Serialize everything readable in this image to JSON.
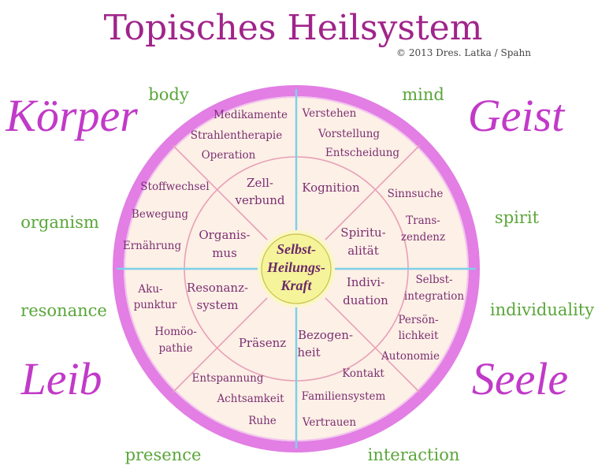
{
  "title": "Topisches Heilsystem",
  "copyright": "© 2013 Dres. Latka / Spahn",
  "colors": {
    "title": "#a0248a",
    "script": "#c13ac8",
    "english": "#5aa63a",
    "inner_text": "#7a2f72",
    "outer_ring": "#e27ee4",
    "axis": "#7fd0e8",
    "ring_line": "#e7a0b8",
    "fill": "#fdf0e6",
    "center_fill": "#f6f49a"
  },
  "quadrant_labels": {
    "top_left": "Körper",
    "top_right": "Geist",
    "bottom_left": "Leib",
    "bottom_right": "Seele"
  },
  "english_labels": {
    "body": "body",
    "mind": "mind",
    "organism": "organism",
    "spirit": "spirit",
    "resonance": "resonance",
    "individuality": "individuality",
    "presence": "presence",
    "interaction": "interaction"
  },
  "center": {
    "line1": "Selbst-",
    "line2": "Heilungs-",
    "line3": "Kraft"
  },
  "inner": {
    "zell": [
      "Zell-",
      "verbund"
    ],
    "kognition": [
      "Kognition"
    ],
    "organismus": [
      "Organis-",
      "mus"
    ],
    "spiritualitaet": [
      "Spiritu-",
      "alität"
    ],
    "resonanz": [
      "Resonanz-",
      "system"
    ],
    "individuation": [
      "Indivi-",
      "duation"
    ],
    "praesenz": [
      "Präsenz"
    ],
    "bezogenheit": [
      "Bezogen-",
      "heit"
    ]
  },
  "outer": {
    "medikamente": "Medikamente",
    "strahlentherapie": "Strahlentherapie",
    "operation": "Operation",
    "verstehen": "Verstehen",
    "vorstellung": "Vorstellung",
    "entscheidung": "Entscheidung",
    "stoffwechsel": "Stoffwechsel",
    "bewegung": "Bewegung",
    "ernaehrung": "Ernährung",
    "sinnsuche": "Sinnsuche",
    "transzendenz": [
      "Trans-",
      "zendenz"
    ],
    "akupunktur": [
      "Aku-",
      "punktur"
    ],
    "homoeopathie": [
      "Homöo-",
      "pathie"
    ],
    "selbstintegration": [
      "Selbst-",
      "integration"
    ],
    "persoenlichkeit": [
      "Persön-",
      "lichkeit"
    ],
    "autonomie": "Autonomie",
    "entspannung": "Entspannung",
    "achtsamkeit": "Achtsamkeit",
    "ruhe": "Ruhe",
    "kontakt": "Kontakt",
    "familiensystem": "Familiensystem",
    "vertrauen": "Vertrauen"
  }
}
